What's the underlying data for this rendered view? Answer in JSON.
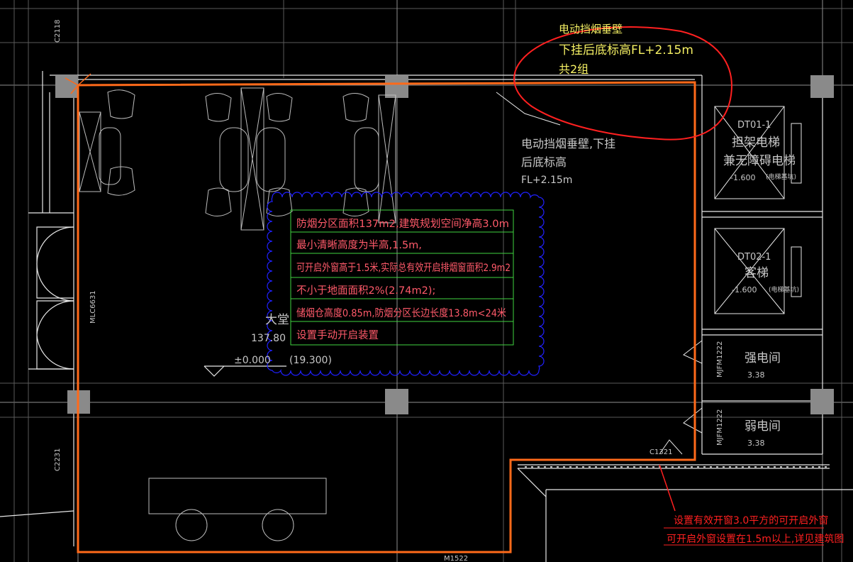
{
  "colors": {
    "background": "#000000",
    "grid_line": "#8f8f8f",
    "grid_line_faint": "#5a5a5a",
    "column_fill": "#8a8a8a",
    "wall_line": "#e8e8e8",
    "boundary_orange": "#ff6a1a",
    "revision_red": "#ff2020",
    "cloud_blue": "#2020ff",
    "note_box_green": "#3fd43f",
    "note_text_red": "#ff5a6a",
    "note_text_yellow": "#f5f064",
    "label_grey": "#c8c8c8",
    "furniture_grey": "#bdbdbd"
  },
  "annotations": {
    "top_callout": {
      "line1": "电动挡烟垂壁",
      "line2": "下挂后底标高FL+2.15m",
      "line3": "共2组"
    },
    "smoke_barrier_note": {
      "line1": "电动挡烟垂壁,下挂",
      "line2": "后底标高",
      "line3": "FL+2.15m"
    },
    "smoke_zone_notes": [
      "防烟分区面积137m2,建筑规划空间净高3.0m",
      "最小清晰高度为半高,1.5m,",
      "可开启外窗高于1.5米,实际总有效开启排烟窗面积2.9m2",
      "不小于地面面积2%(2.74m2);",
      "储烟仓高度0.85m,防烟分区长边长度13.8m<24米",
      "设置手动开启装置"
    ],
    "window_note": {
      "line1": "设置有效开窗3.0平方的可开启外窗",
      "line2": "可开启外窗设置在1.5m以上,详见建筑图"
    }
  },
  "rooms": {
    "lobby": {
      "name": "大堂",
      "area": "137.80"
    },
    "elevator_1": {
      "code": "DT01-1",
      "name_line1": "担架电梯",
      "name_line2": "兼无障碍电梯",
      "pit_depth": "-1.600",
      "pit_label": "(电梯基坑)"
    },
    "elevator_2": {
      "code": "DT02-1",
      "name": "客梯",
      "pit_depth": "-1.600",
      "pit_label": "(电梯基坑)"
    },
    "strong_current": {
      "name": "强电间",
      "area": "3.38"
    },
    "weak_current": {
      "name": "弱电间",
      "area": "3.38"
    }
  },
  "level_mark": {
    "value": "±0.000",
    "alt": "(19.300)"
  },
  "tags": {
    "window_left_top": "C2118",
    "window_left_bottom": "C2231",
    "door_left": "MLC6631",
    "door_strong": "MJFM1222",
    "door_weak": "MJFM1222",
    "window_bottom_right": "C1321",
    "door_bottom": "M1522"
  }
}
